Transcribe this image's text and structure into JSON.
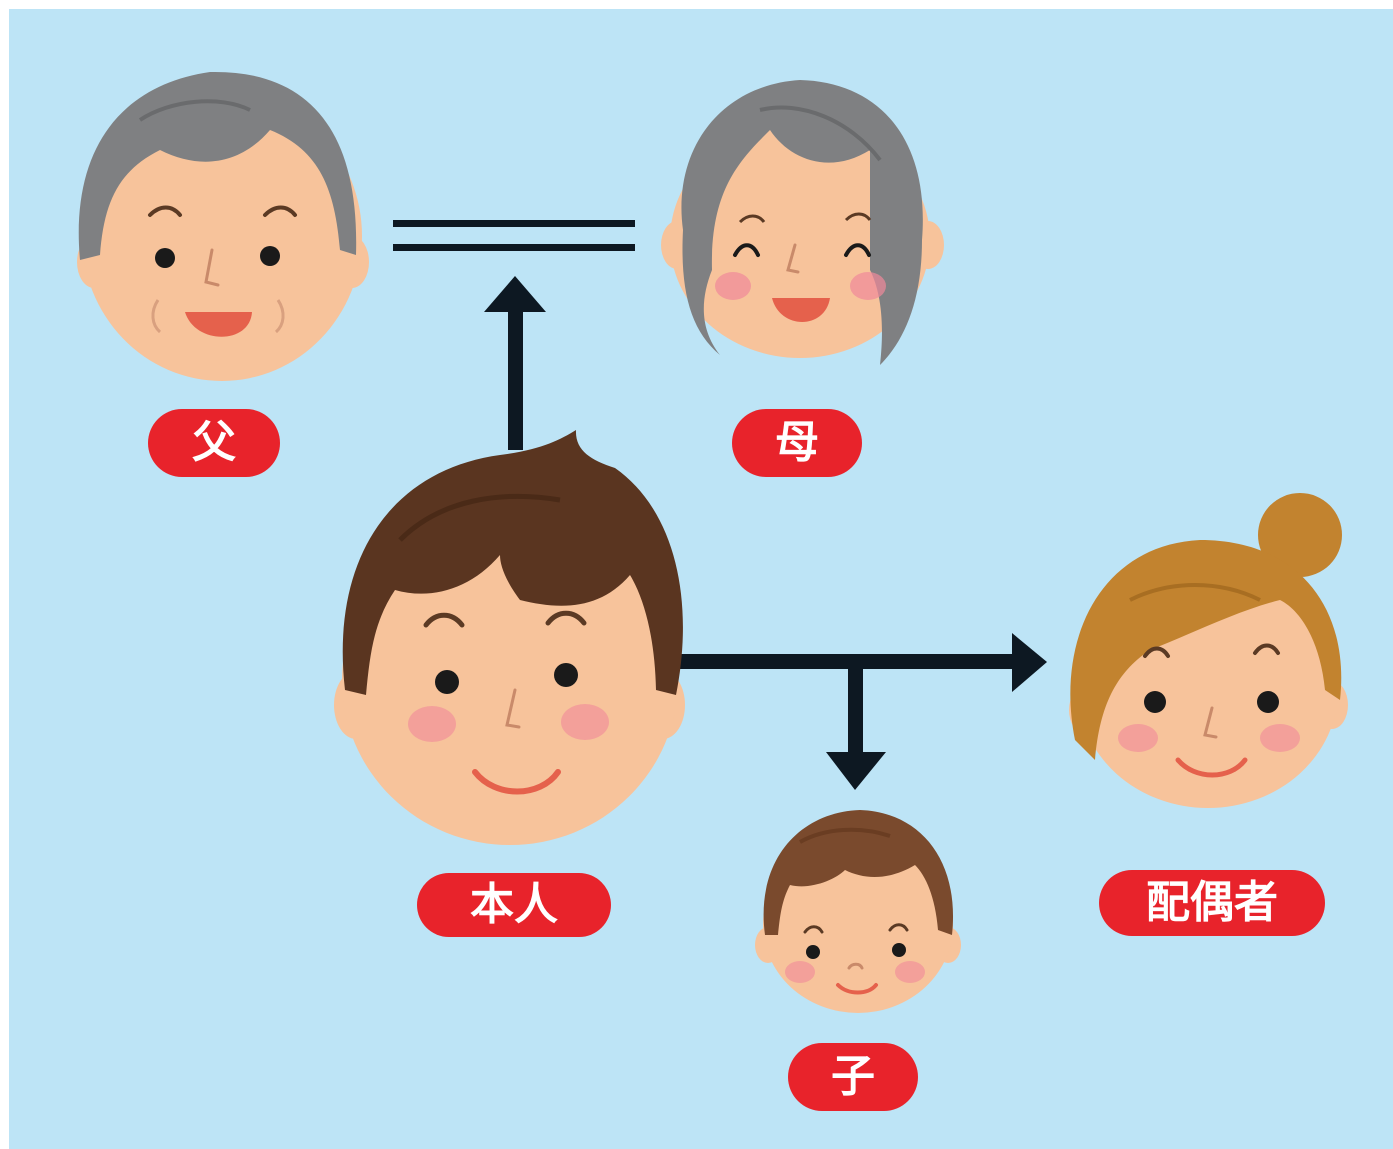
{
  "colors": {
    "background": "#bde4f6",
    "label": "#e8232b",
    "label_text": "#ffffff",
    "arrow": "#0d1822",
    "skin": "#f7c39b",
    "hair_father": "#7f8082",
    "hair_mother": "#7f8082",
    "hair_self": "#5a3520",
    "hair_spouse": "#c2832f",
    "hair_child": "#7a4a2d"
  },
  "people": {
    "father": {
      "label": "父",
      "icon": "elderly-man-face-icon"
    },
    "mother": {
      "label": "母",
      "icon": "elderly-woman-face-icon"
    },
    "self": {
      "label": "本人",
      "icon": "man-face-icon"
    },
    "spouse": {
      "label": "配偶者",
      "icon": "woman-face-icon"
    },
    "child": {
      "label": "子",
      "icon": "boy-face-icon"
    }
  },
  "relations": [
    {
      "type": "marriage",
      "from": "father",
      "to": "mother"
    },
    {
      "type": "arrow",
      "from": "self",
      "to": "parents"
    },
    {
      "type": "arrow",
      "from": "self",
      "to": "spouse"
    },
    {
      "type": "arrow",
      "from": "self",
      "to": "child"
    }
  ]
}
